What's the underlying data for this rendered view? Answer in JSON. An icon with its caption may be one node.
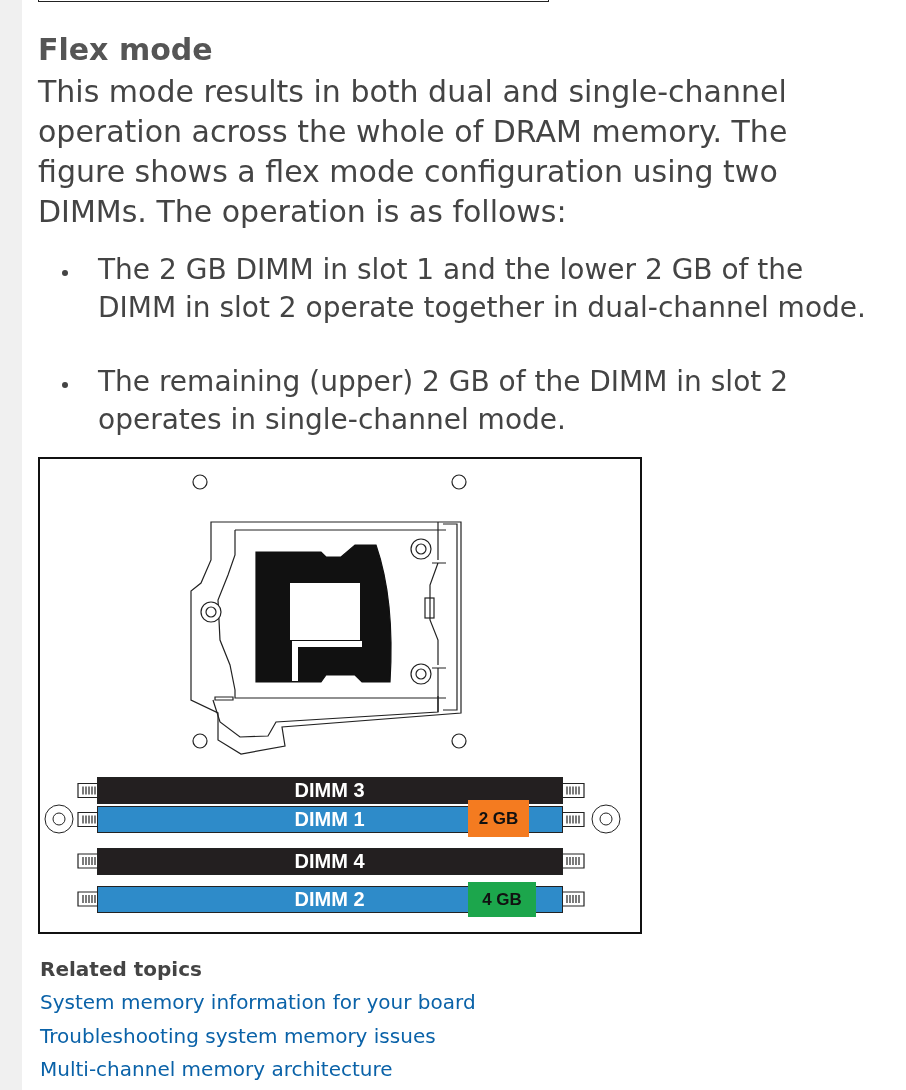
{
  "diagram": {
    "title": "Flex mode",
    "nodes": [
      {
        "text": [
          "DIMM 3"
        ]
      },
      {
        "text": [
          "DIMM 1"
        ]
      },
      {
        "text": [
          "2 GB"
        ]
      },
      {
        "text": [
          "DIMM 4"
        ]
      },
      {
        "text": [
          "DIMM 2"
        ]
      },
      {
        "text": [
          "4 GB"
        ]
      }
    ],
    "labels": [
      "This mode results in both dual and single-channel operation across the whole of DRAM memory. The figure shows a flex mode configuration using two DIMMs. The operation is as follows:",
      "The 2 GB DIMM in slot 1 and the lower 2 GB of the DIMM in slot 2 operate together in dual-channel mode.",
      "The remaining (upper) 2 GB of the DIMM in slot 2 operates in single-channel mode.",
      "Related topics",
      "System memory information for your board",
      "Troubleshooting system memory issues",
      "Multi-channel memory architecture"
    ]
  }
}
